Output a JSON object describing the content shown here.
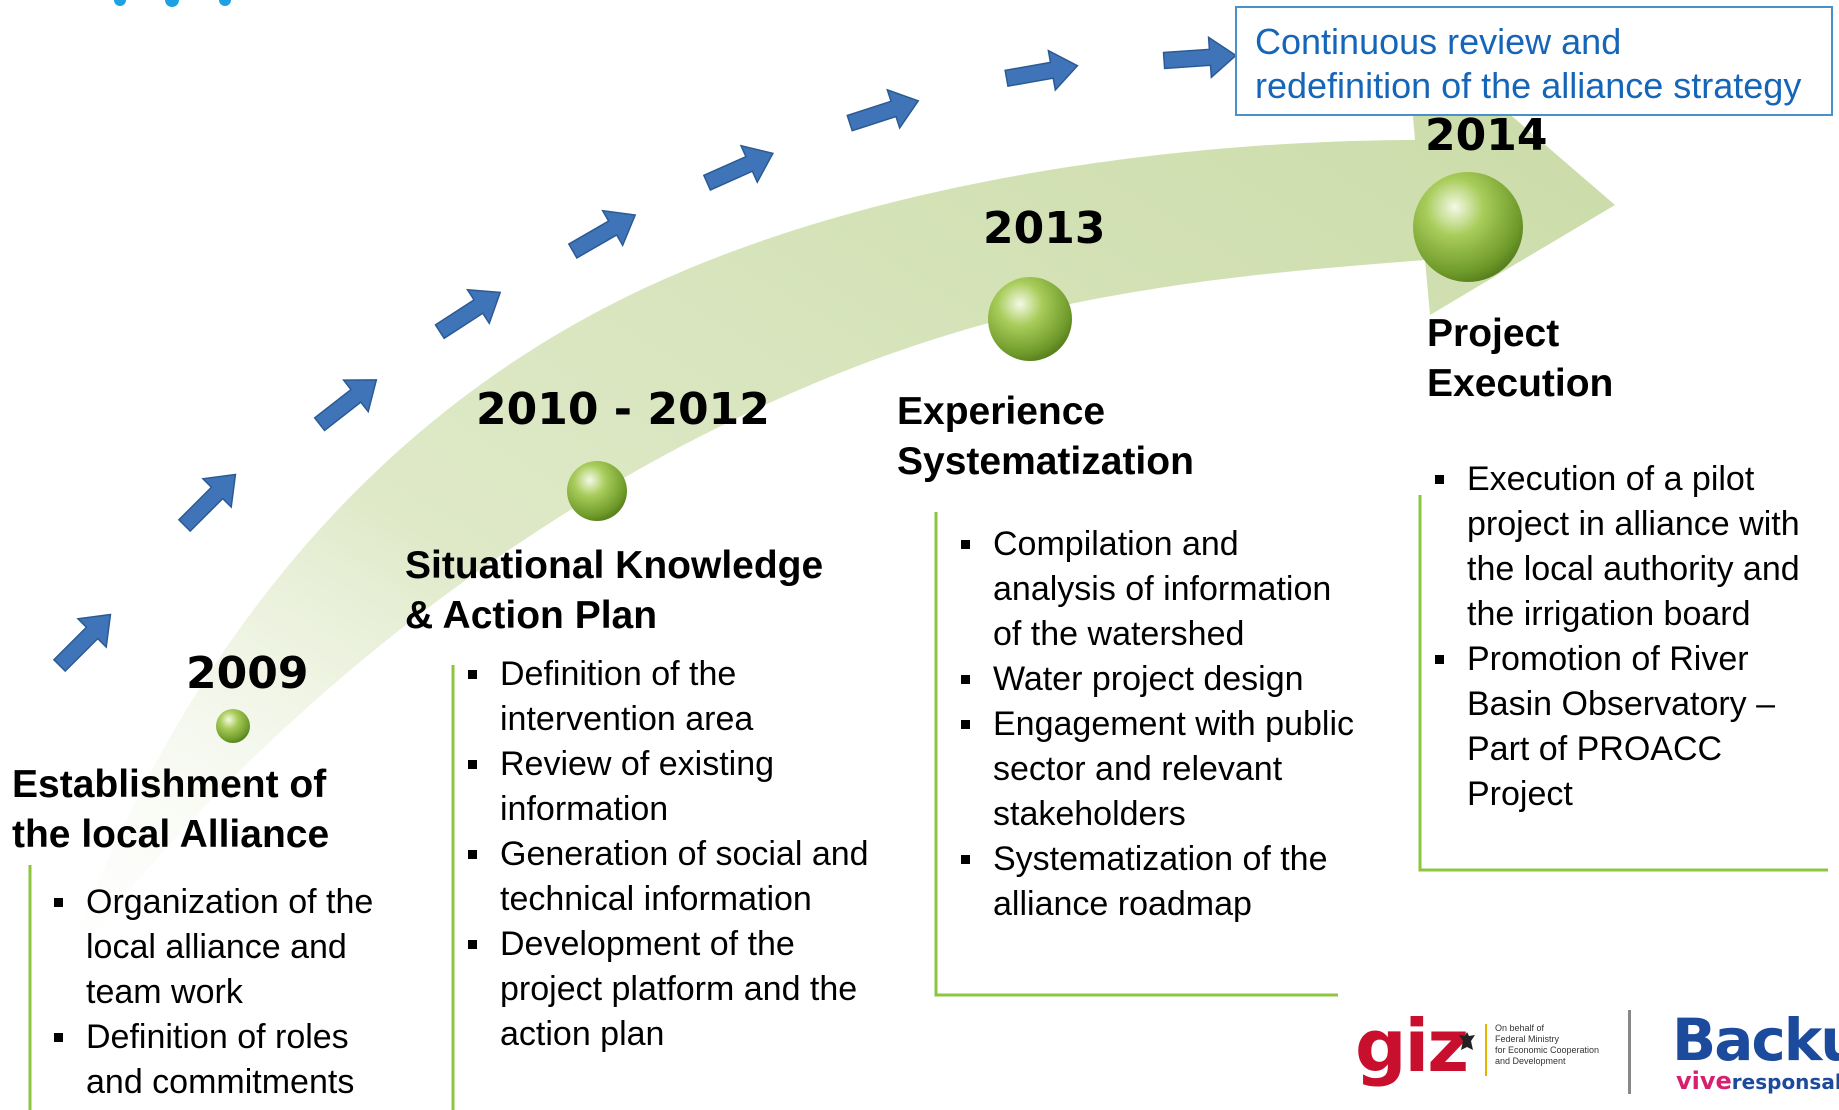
{
  "colors": {
    "arrow_fill": "#d6e3bd",
    "bullet_green": "#8cc63f",
    "callout_text": "#1565b8",
    "step_arrow": "#3f75b8",
    "bracket": "#8cc63f",
    "giz_red": "#c8102e",
    "backus_blue": "#1c4a9c"
  },
  "callout": {
    "line1": "Continuous review and",
    "line2": "redefinition of the alliance strategy"
  },
  "phases": [
    {
      "year": "2009",
      "title_line1": "Establishment of",
      "title_line2": "the local Alliance",
      "items": [
        "Organization of the local alliance and team work",
        "Definition of roles and commitments"
      ]
    },
    {
      "year": "2010 - 2012",
      "title_line1": "Situational Knowledge",
      "title_line2": "& Action Plan",
      "items": [
        "Definition of the intervention area",
        "Review of existing information",
        "Generation of social and technical information",
        "Development of the project platform and the action plan"
      ]
    },
    {
      "year": "2013",
      "title_line1": "Experience",
      "title_line2": "Systematization",
      "items": [
        "Compilation and analysis of information of the watershed",
        "Water project design",
        "Engagement with public sector and relevant stakeholders",
        "Systematization of the alliance roadmap"
      ]
    },
    {
      "year": "2014",
      "title_line1": "Project",
      "title_line2": "Execution",
      "items": [
        "Execution of a pilot project in alliance with the local authority and the irrigation board",
        "Promotion of River Basin Observatory – Part of PROACC Project"
      ]
    }
  ],
  "icons": {
    "step_arrows": "arrow-right-icon",
    "milestones": "green-sphere-icon"
  },
  "logos": {
    "giz_word": "giz",
    "giz_caption": [
      "On behalf of",
      "Federal Ministry",
      "for Economic Cooperation",
      "and Development"
    ],
    "backus_word": "Backus",
    "backus_tag_v": "vive",
    "backus_tag_r": "responsable"
  }
}
